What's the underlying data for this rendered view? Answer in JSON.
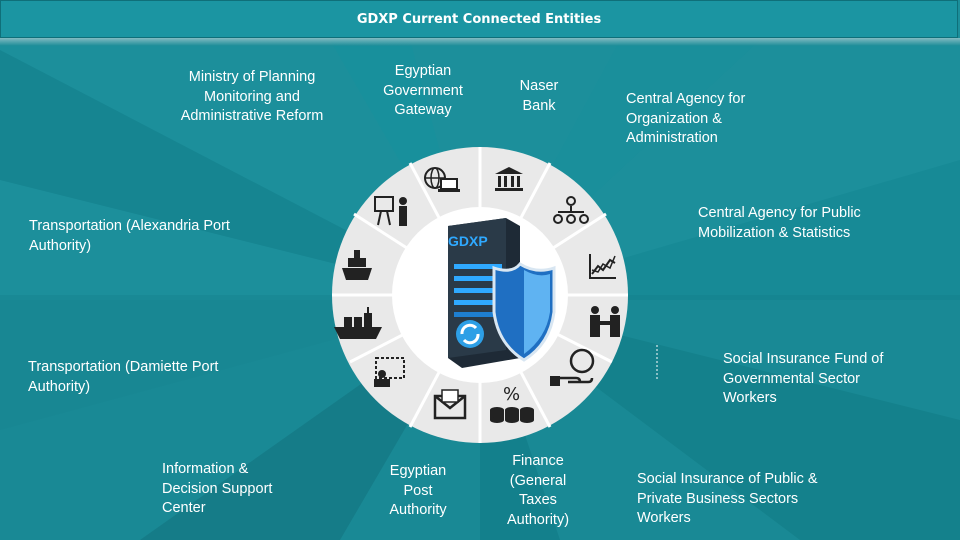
{
  "title": "GDXP Current Connected Entities",
  "hub": {
    "label": "GDXP"
  },
  "entities": {
    "ministry_planning": "Ministry of Planning Monitoring and Administrative Reform",
    "egyptian_gateway": "Egyptian Government Gateway",
    "naser_bank": "Naser Bank",
    "central_agency_org": "Central Agency for Organization & Administration",
    "capmas": "Central Agency for Public Mobilization & Statistics",
    "social_gov": "Social Insurance Fund of Governmental Sector Workers",
    "social_private": "Social Insurance of Public & Private Business Sectors Workers",
    "finance_taxes": "Finance (General Taxes Authority)",
    "post_authority": "Egyptian Post Authority",
    "idsc": "Information & Decision Support Center",
    "damiette_port": "Transportation (Damiette Port Authority)",
    "alex_port": "Transportation (Alexandria Port Authority)"
  },
  "icons": [
    "monitoring-icon",
    "globe-laptop-icon",
    "bank-icon",
    "org-chart-icon",
    "statistics-chart-icon",
    "handshake-icon",
    "money-hand-icon",
    "percent-coins-icon",
    "mail-icon",
    "computer-user-icon",
    "cargo-ship-icon",
    "container-ship-icon"
  ],
  "colors": {
    "background": "#1a8a96",
    "ring": "#e6e6e6",
    "title_bar": "#1b95a2"
  }
}
